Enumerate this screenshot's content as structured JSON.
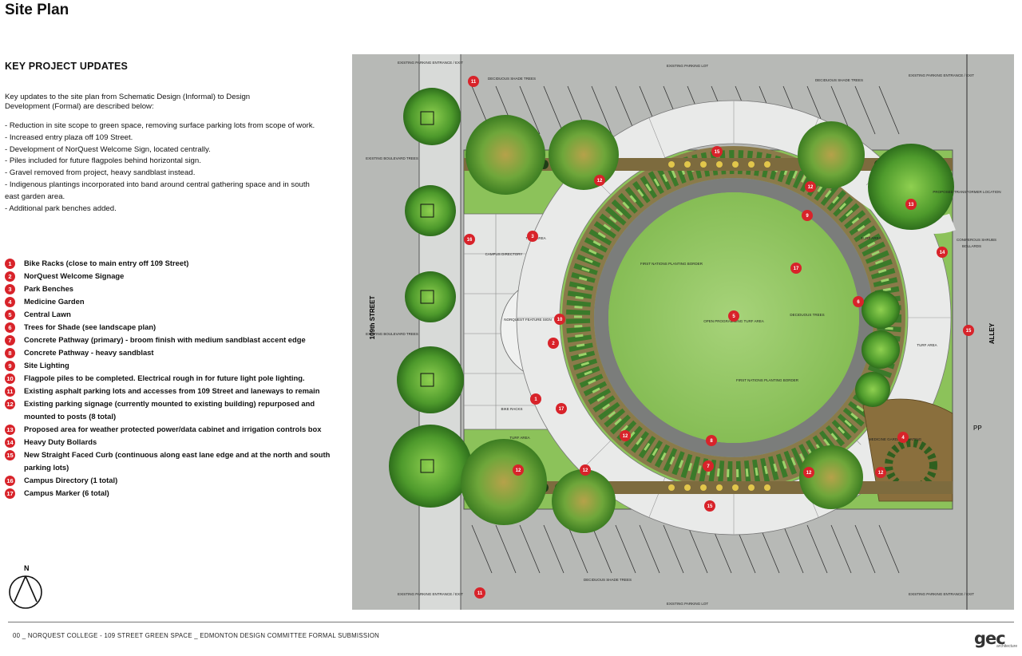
{
  "page": {
    "title": "Site Plan"
  },
  "updates": {
    "heading": "KEY PROJECT UPDATES",
    "intro": "Key updates to the site plan from Schematic Design (Informal) to Design Development (Formal) are described below:",
    "bullets": [
      "- Reduction in site scope to green space, removing surface parking lots from scope of work.",
      "- Increased entry plaza off 109 Street.",
      "- Development of NorQuest Welcome Sign, located centrally.",
      "- Piles included for future flagpoles behind horizontal sign.",
      "- Gravel removed from project, heavy sandblast instead.",
      "- Indigenous plantings incorporated into band around central gathering space and in south east garden area.",
      "- Additional park benches added."
    ]
  },
  "legend": [
    {
      "num": "1",
      "text": "Bike Racks (close to main entry off 109 Street)"
    },
    {
      "num": "2",
      "text": "NorQuest Welcome Signage"
    },
    {
      "num": "3",
      "text": "Park Benches"
    },
    {
      "num": "4",
      "text": "Medicine Garden"
    },
    {
      "num": "5",
      "text": "Central Lawn"
    },
    {
      "num": "6",
      "text": "Trees for Shade (see landscape plan)"
    },
    {
      "num": "7",
      "text": "Concrete Pathway (primary) - broom finish with medium sandblast accent edge"
    },
    {
      "num": "8",
      "text": "Concrete Pathway - heavy sandblast"
    },
    {
      "num": "9",
      "text": "Site Lighting"
    },
    {
      "num": "10",
      "text": "Flagpole piles to be completed. Electrical rough in for future light pole lighting."
    },
    {
      "num": "11",
      "text": "Existing asphalt parking lots and accesses from 109 Street and laneways to remain"
    },
    {
      "num": "12",
      "text": "Existing parking signage (currently mounted to existing building) repurposed and mounted to posts (8 total)"
    },
    {
      "num": "13",
      "text": "Proposed area for weather protected power/data cabinet and irrigation controls box"
    },
    {
      "num": "14",
      "text": "Heavy Duty Bollards"
    },
    {
      "num": "15",
      "text": "New Straight Faced Curb (continuous along east lane edge and at the north and south parking lots)"
    },
    {
      "num": "16",
      "text": "Campus Directory (1 total)"
    },
    {
      "num": "17",
      "text": "Campus Marker (6 total)"
    }
  ],
  "plan": {
    "labels": {
      "street": "109th STREET",
      "alley": "ALLEY",
      "pp": "PP",
      "parking_lot_north": "EXISTING PARKING LOT",
      "parking_lot_south": "EXISTING PARKING LOT",
      "entrance_nw": "EXISTING PARKING ENTRANCE / EXIT",
      "entrance_ne": "EXISTING PARKING ENTRANCE / EXIT",
      "entrance_sw": "EXISTING PARKING ENTRANCE / EXIT",
      "entrance_se": "EXISTING PARKING ENTRANCE / EXIT",
      "boulevard_trees_top": "EXISTING BOULEVARD TREES",
      "boulevard_trees_mid": "EXISTING BOULEVARD TREES",
      "deciduous_nw": "DECIDUOUS SHADE TREES",
      "deciduous_ne": "DECIDUOUS SHADE TREES",
      "deciduous_s": "DECIDUOUS SHADE TREES",
      "deciduous_e": "DECIDUOUS TREES",
      "central_lawn": "OPEN PROGRAMMING TURF AREA",
      "first_nations_n": "FIRST NATIONS PLANTING BORDER",
      "first_nations_e": "FIRST NATIONS PLANTING BORDER",
      "feature_sign": "NORQUEST FEATURE SIGN",
      "turf_nw": "TURF AREA",
      "turf_ne": "TURF AREA",
      "turf_e": "TURF AREA",
      "turf_sw": "TURF AREA",
      "campus_directory": "CAMPUS DIRECTORY",
      "bike_racks": "BIKE RACKS",
      "transformer": "PROPOSED TRANSFORMER LOCATION",
      "bollards": "BOLLARDS",
      "coniferous": "CONIFEROUS SHRUBS",
      "medicine_garden": "MEDICINE GARDEN PLANTING"
    },
    "markers": [
      {
        "num": "11"
      },
      {
        "num": "15"
      },
      {
        "num": "12"
      },
      {
        "num": "12"
      },
      {
        "num": "13"
      },
      {
        "num": "9"
      },
      {
        "num": "14"
      },
      {
        "num": "16"
      },
      {
        "num": "3"
      },
      {
        "num": "17"
      },
      {
        "num": "10"
      },
      {
        "num": "2"
      },
      {
        "num": "5"
      },
      {
        "num": "6"
      },
      {
        "num": "15"
      },
      {
        "num": "1"
      },
      {
        "num": "17"
      },
      {
        "num": "12"
      },
      {
        "num": "8"
      },
      {
        "num": "7"
      },
      {
        "num": "12"
      },
      {
        "num": "12"
      },
      {
        "num": "12"
      },
      {
        "num": "4"
      },
      {
        "num": "12"
      },
      {
        "num": "15"
      },
      {
        "num": "11"
      }
    ]
  },
  "north_label": "N",
  "footer": {
    "text": "00 _ NORQUEST COLLEGE - 109 STREET GREEN SPACE _ EDMONTON DESIGN COMMITTEE FORMAL SUBMISSION"
  },
  "logo": {
    "mark": "gec",
    "sub": "architecture"
  }
}
